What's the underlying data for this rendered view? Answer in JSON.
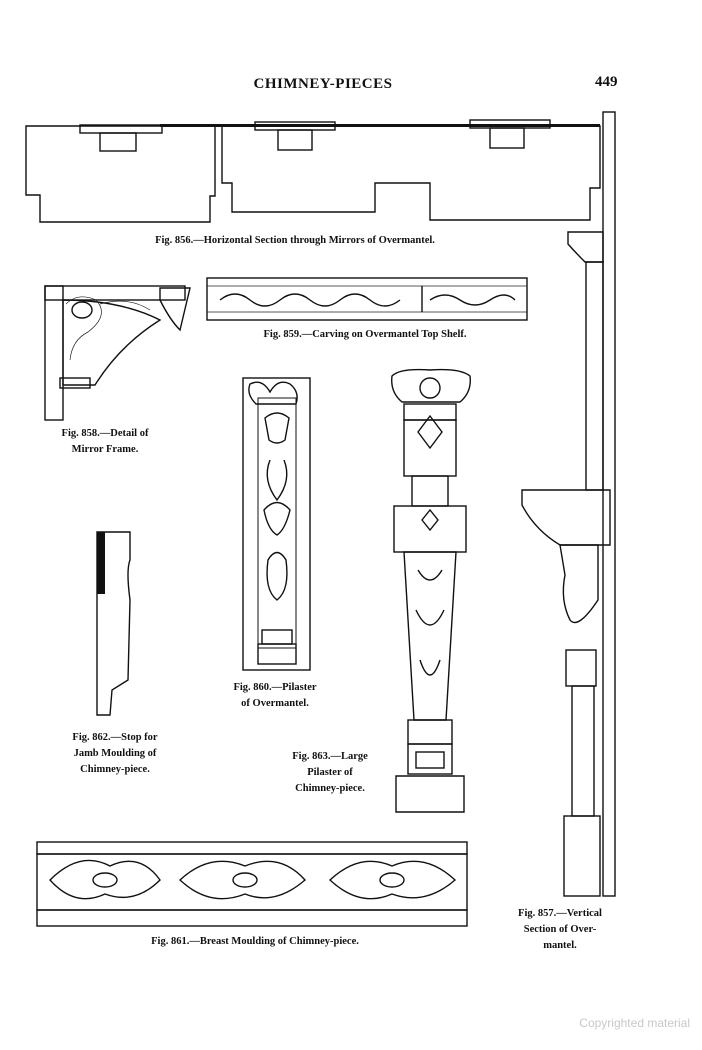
{
  "header": {
    "title": "CHIMNEY-PIECES",
    "page_number": "449"
  },
  "figures": [
    {
      "id": "fig-856",
      "caption": "Fig. 856.—Horizontal Section through Mirrors of Overmantel."
    },
    {
      "id": "fig-858",
      "caption_line1": "Fig. 858.—Detail of",
      "caption_line2": "Mirror Frame."
    },
    {
      "id": "fig-859",
      "caption": "Fig. 859.—Carving on Overmantel Top Shelf."
    },
    {
      "id": "fig-860",
      "caption_line1": "Fig. 860.—Pilaster",
      "caption_line2": "of Overmantel."
    },
    {
      "id": "fig-862",
      "caption_line1": "Fig. 862.—Stop for",
      "caption_line2": "Jamb Moulding of",
      "caption_line3": "Chimney-piece."
    },
    {
      "id": "fig-863",
      "caption_line1": "Fig. 863.—Large",
      "caption_line2": "Pilaster of",
      "caption_line3": "Chimney-piece."
    },
    {
      "id": "fig-861",
      "caption": "Fig. 861.—Breast Moulding of Chimney-piece."
    },
    {
      "id": "fig-857",
      "caption_line1": "Fig. 857.—Vertical",
      "caption_line2": "Section of Over-",
      "caption_line3": "mantel."
    }
  ],
  "watermark": "Copyrighted material"
}
